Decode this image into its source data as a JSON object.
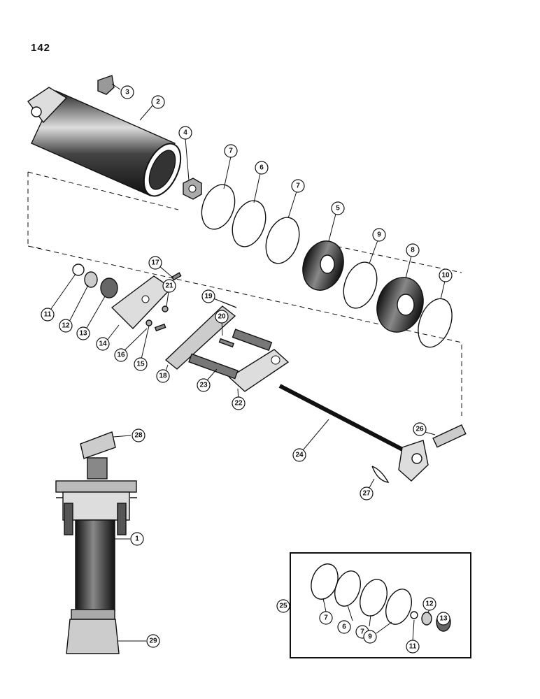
{
  "page_number": "142",
  "callouts": [
    "1",
    "2",
    "3",
    "4",
    "5",
    "6",
    "7",
    "8",
    "9",
    "10",
    "11",
    "12",
    "13",
    "14",
    "15",
    "16",
    "17",
    "18",
    "19",
    "20",
    "21",
    "22",
    "23",
    "24",
    "25",
    "26",
    "27",
    "28",
    "29"
  ],
  "kit_callouts": [
    "25",
    "7",
    "6",
    "7",
    "9",
    "11",
    "12",
    "13"
  ],
  "colors": {
    "ink": "#111111",
    "paper": "#ffffff",
    "shade": "#555555"
  }
}
